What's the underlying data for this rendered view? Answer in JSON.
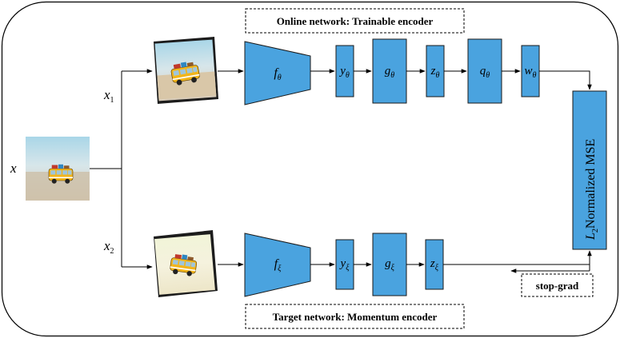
{
  "input": {
    "var": "x"
  },
  "branches": {
    "top": {
      "var": "x",
      "sub": "1"
    },
    "bottom": {
      "var": "x",
      "sub": "2"
    }
  },
  "online": {
    "title": "Online network: Trainable encoder",
    "blocks": [
      {
        "id": "f",
        "base": "f",
        "sub": "θ"
      },
      {
        "id": "y",
        "base": "y",
        "sub": "θ"
      },
      {
        "id": "g",
        "base": "g",
        "sub": "θ"
      },
      {
        "id": "z",
        "base": "z",
        "sub": "θ"
      },
      {
        "id": "q",
        "base": "q",
        "sub": "θ"
      },
      {
        "id": "w",
        "base": "w",
        "sub": "θ"
      }
    ]
  },
  "target": {
    "title": "Target network: Momentum encoder",
    "blocks": [
      {
        "id": "f",
        "base": "f",
        "sub": "ξ"
      },
      {
        "id": "y",
        "base": "y",
        "sub": "ξ"
      },
      {
        "id": "g",
        "base": "g",
        "sub": "ξ"
      },
      {
        "id": "z",
        "base": "z",
        "sub": "ξ"
      }
    ]
  },
  "loss": {
    "prefix": "L",
    "sub": "2",
    "text": "Normalized MSE"
  },
  "stop_grad": "stop-grad",
  "colors": {
    "block_fill": "#4aa3df",
    "block_stroke": "#1a1a1a",
    "line": "#000000",
    "border": "#000000"
  }
}
